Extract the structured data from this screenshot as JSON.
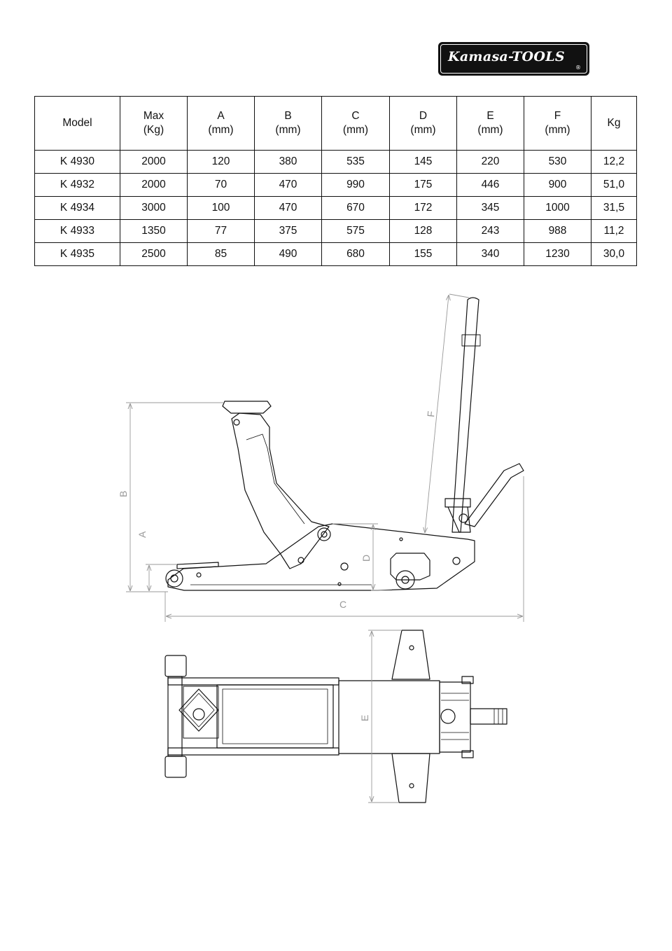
{
  "brand": {
    "logo_text": "Kamasa-TOOLS",
    "registered_mark": "®"
  },
  "spec_table": {
    "headers": [
      [
        "Model"
      ],
      [
        "Max",
        "(Kg)"
      ],
      [
        "A",
        "(mm)"
      ],
      [
        "B",
        "(mm)"
      ],
      [
        "C",
        "(mm)"
      ],
      [
        "D",
        "(mm)"
      ],
      [
        "E",
        "(mm)"
      ],
      [
        "F",
        "(mm)"
      ],
      [
        "Kg"
      ]
    ],
    "rows": [
      [
        "K 4930",
        "2000",
        "120",
        "380",
        "535",
        "145",
        "220",
        "530",
        "12,2"
      ],
      [
        "K 4932",
        "2000",
        "70",
        "470",
        "990",
        "175",
        "446",
        "900",
        "51,0"
      ],
      [
        "K 4934",
        "3000",
        "100",
        "470",
        "670",
        "172",
        "345",
        "1000",
        "31,5"
      ],
      [
        "K 4933",
        "1350",
        "77",
        "375",
        "575",
        "128",
        "243",
        "988",
        "11,2"
      ],
      [
        "K 4935",
        "2500",
        "85",
        "490",
        "680",
        "155",
        "340",
        "1230",
        "30,0"
      ]
    ]
  },
  "diagram_labels": {
    "a": "A",
    "b": "B",
    "c": "C",
    "d": "D",
    "e": "E",
    "f": "F"
  },
  "colors": {
    "line": "#111111",
    "dimension": "#999999",
    "logo_bg": "#111111"
  }
}
